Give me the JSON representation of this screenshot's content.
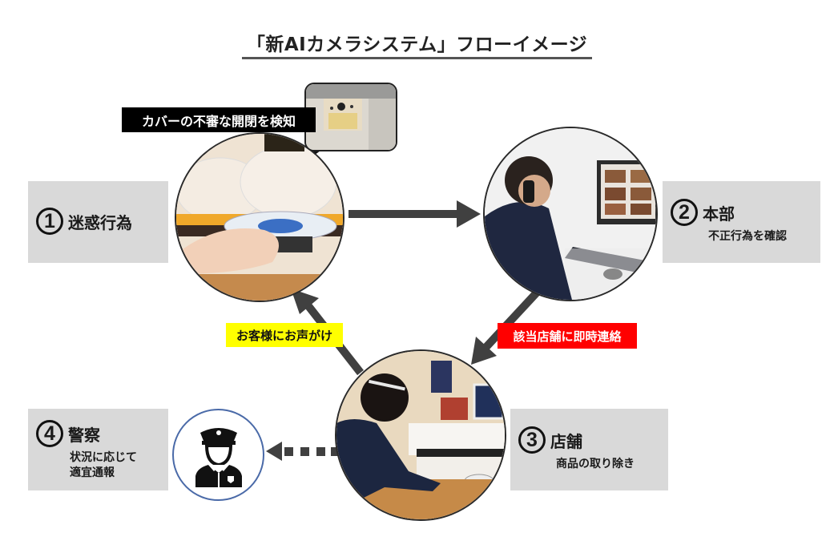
{
  "title": "「新AIカメラシステム」フローイメージ",
  "steps": [
    {
      "number": "1",
      "title": "迷惑行為",
      "subtitle": ""
    },
    {
      "number": "2",
      "title": "本部",
      "subtitle": "不正行為を確認"
    },
    {
      "number": "3",
      "title": "店舗",
      "subtitle": "商品の取り除き"
    },
    {
      "number": "4",
      "title": "警察",
      "subtitle_lines": [
        "状況に応じて",
        "適宜通報"
      ]
    }
  ],
  "callouts": {
    "detect": {
      "text": "カバーの不審な開閉を検知",
      "bg": "#000000",
      "color": "#ffffff"
    },
    "contact_store": {
      "text": "該当店舗に即時連絡",
      "bg": "#ff0000",
      "color": "#ffffff"
    },
    "speak_customer": {
      "text": "お客様にお声がけ",
      "bg": "#ffff00",
      "color": "#111111"
    }
  },
  "photos": {
    "step1": "conveyor-sushi-plate-hand-photo",
    "step2": "headquarters-staff-on-phone-photo",
    "step3": "store-staff-removing-plate-photo",
    "inset": "ai-camera-cover-closeup-photo",
    "police": "police-officer-icon"
  },
  "colors": {
    "arrow": "#404040",
    "box": "#d9d9d9",
    "police_ring": "#4a6aa8"
  }
}
